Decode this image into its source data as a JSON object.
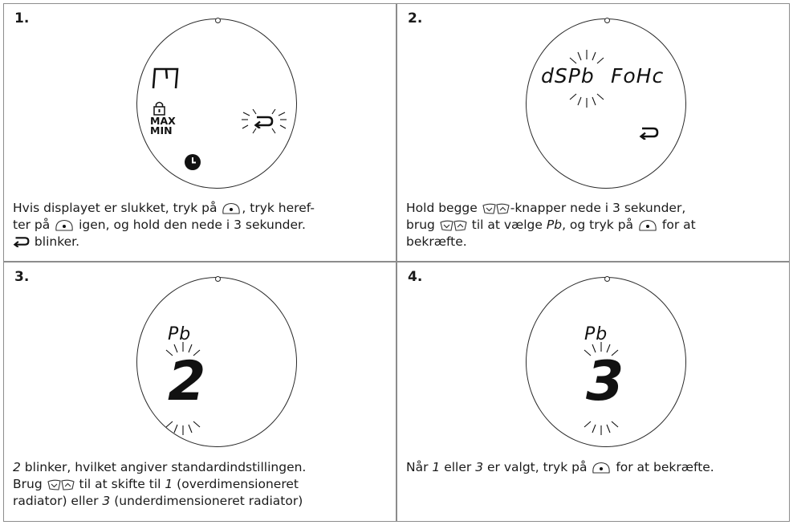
{
  "panels": [
    {
      "number": "1.",
      "display": {
        "mode_code": "M",
        "max_label": "MAX",
        "min_label": "MIN"
      },
      "caption_lines": [
        {
          "before": "Hvis displayet er slukket, tryk på ",
          "after": ", tryk heref-"
        },
        {
          "before": "ter på ",
          "after": " igen, og hold den nede i 3 sekunder."
        },
        {
          "before": "",
          "after": " blinker."
        }
      ]
    },
    {
      "number": "2.",
      "display": {
        "left_code": "dSPb",
        "right_code": "FoHc"
      },
      "caption_lines": [
        {
          "before": "Hold begge ",
          "after": "-knapper nede i 3 sekunder,"
        },
        {
          "before": "brug ",
          "mid1": " til at vælge ",
          "code": "Pb",
          "mid2": ", og tryk på ",
          "after": " for at"
        },
        {
          "before": "bekræfte.",
          "after": ""
        }
      ]
    },
    {
      "number": "3.",
      "display": {
        "top_code": "Pb",
        "value": "2"
      },
      "caption_lines": [
        {
          "code": "2",
          "after": " blinker, hvilket angiver standardindstillingen."
        },
        {
          "before": "Brug ",
          "mid1": " til at skifte til ",
          "code": "1",
          "after": " (overdimensioneret"
        },
        {
          "before": "radiator) eller ",
          "code": "3",
          "after": " (underdimensioneret radiator)"
        }
      ]
    },
    {
      "number": "4.",
      "display": {
        "top_code": "Pb",
        "value": "3"
      },
      "caption_lines": [
        {
          "before": "Når ",
          "code1": "1",
          "mid1": " eller ",
          "code2": "3",
          "mid2": " er valgt, tryk på ",
          "after": " for at bekræfte."
        }
      ]
    }
  ],
  "icons": {
    "ok_button": "ok-button-icon",
    "up_down_buttons": "up-down-buttons-icon",
    "return_arrow": "return-arrow-icon",
    "lock": "lock-icon",
    "clock": "clock-icon"
  },
  "colors": {
    "border": "#8c8c8c",
    "ink": "#1a1a1a"
  }
}
